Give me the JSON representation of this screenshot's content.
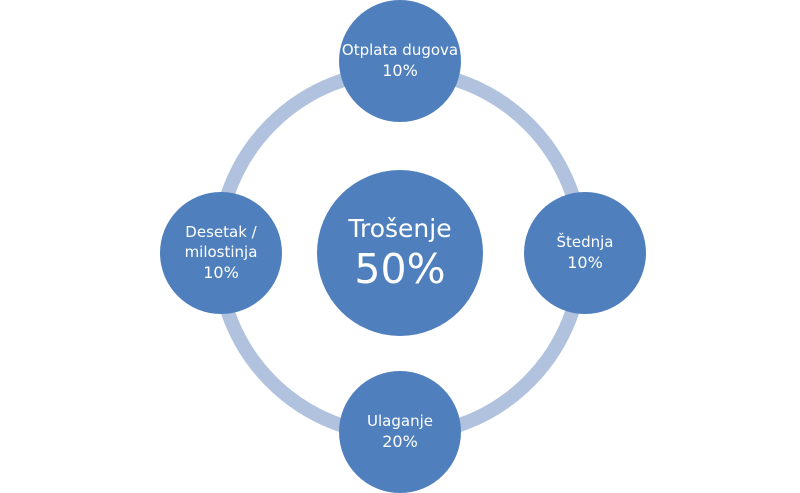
{
  "diagram": {
    "colors": {
      "node_fill": "#4f80bd",
      "ring_stroke": "#b1c2df",
      "text": "#ffffff"
    },
    "center": {
      "label": "Trošenje",
      "value": "50%"
    },
    "nodes": [
      {
        "id": "top",
        "label": "Otplata dugova",
        "value": "10%"
      },
      {
        "id": "right",
        "label": "Štednja",
        "value": "10%"
      },
      {
        "id": "bottom",
        "label": "Ulaganje",
        "value": "20%"
      },
      {
        "id": "left",
        "label": "Desetak / milostinja",
        "value": "10%"
      }
    ]
  }
}
